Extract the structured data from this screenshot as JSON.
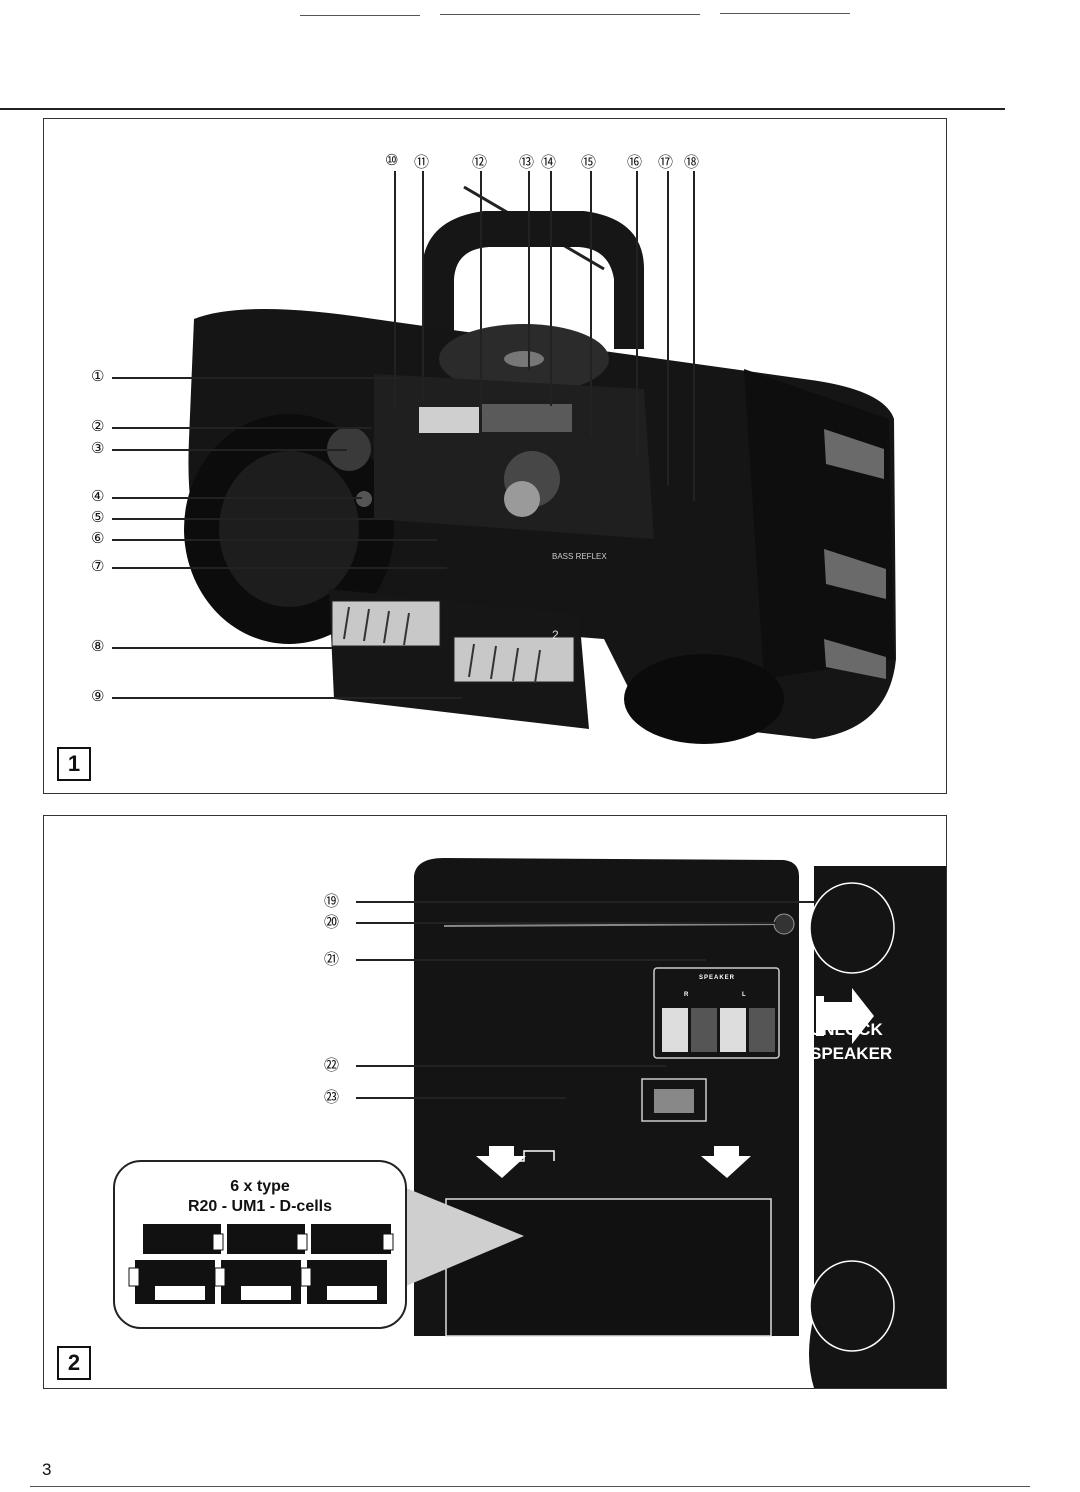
{
  "page": {
    "number": "3"
  },
  "figure1": {
    "label": "1",
    "callouts": [
      "①",
      "②",
      "③",
      "④",
      "⑤",
      "⑥",
      "⑦",
      "⑧",
      "⑨",
      "⑩",
      "⑪",
      "⑫",
      "⑬",
      "⑭",
      "⑮",
      "⑯",
      "⑰",
      "⑱"
    ],
    "device_text": {
      "bass_reflex": "BASS REFLEX",
      "deck_number": "2"
    }
  },
  "figure2": {
    "label": "2",
    "callouts": [
      "⑲",
      "⑳",
      "㉑",
      "㉒",
      "㉓"
    ],
    "speaker_panel": {
      "title": "SPEAKER",
      "r": "R",
      "l": "L"
    },
    "unlock_text": [
      "UNLOCK",
      "SPEAKER"
    ],
    "battery": {
      "line1": "6 x type",
      "line2": "R20 - UM1 - D-cells"
    }
  },
  "colors": {
    "ink": "#111111",
    "device": "#151515",
    "paper": "#ffffff"
  }
}
